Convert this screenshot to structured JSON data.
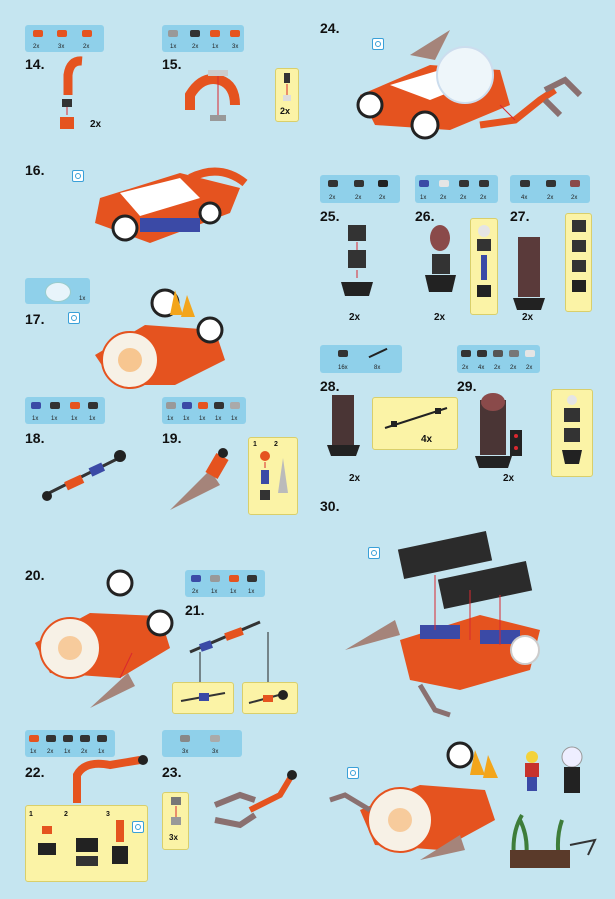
{
  "steps": {
    "s14": "14.",
    "s15": "15.",
    "s16": "16.",
    "s17": "17.",
    "s18": "18.",
    "s19": "19.",
    "s20": "20.",
    "s21": "21.",
    "s22": "22.",
    "s23": "23.",
    "s24": "24.",
    "s25": "25.",
    "s26": "26.",
    "s27": "27.",
    "s28": "28.",
    "s29": "29.",
    "s30": "30."
  },
  "parts": {
    "p14": [
      "2x",
      "3x",
      "2x"
    ],
    "p15": [
      "1x",
      "2x",
      "1x",
      "3x"
    ],
    "p17": [
      "1x"
    ],
    "p18": [
      "1x",
      "1x",
      "1x",
      "1x"
    ],
    "p19": [
      "1x",
      "1x",
      "1x",
      "1x",
      "1x"
    ],
    "p21": [
      "2x",
      "1x",
      "1x",
      "1x"
    ],
    "p22": [
      "1x",
      "2x",
      "1x",
      "2x",
      "1x"
    ],
    "p23": [
      "3x",
      "3x"
    ],
    "p25": [
      "2x",
      "2x",
      "2x"
    ],
    "p26": [
      "1x",
      "2x",
      "2x",
      "2x"
    ],
    "p27": [
      "4x",
      "2x",
      "2x"
    ],
    "p28": [
      "16x",
      "8x"
    ],
    "p29": [
      "2x",
      "4x",
      "2x",
      "2x",
      "2x"
    ]
  },
  "multipliers": {
    "m14": "2x",
    "m15": "2x",
    "m25": "2x",
    "m26": "2x",
    "m27": "2x",
    "m28a": "4x",
    "m28b": "2x",
    "m29": "2x",
    "m23": "3x"
  },
  "substeps": {
    "a": "1",
    "b": "2",
    "c": "1",
    "d": "2",
    "e": "3"
  },
  "colors": {
    "background": "#c5e5f0",
    "parts_panel": "#8fd0ea",
    "callout": "#fbf3a6",
    "brick_orange": "#e5531f",
    "arrow_red": "#d9282f"
  }
}
